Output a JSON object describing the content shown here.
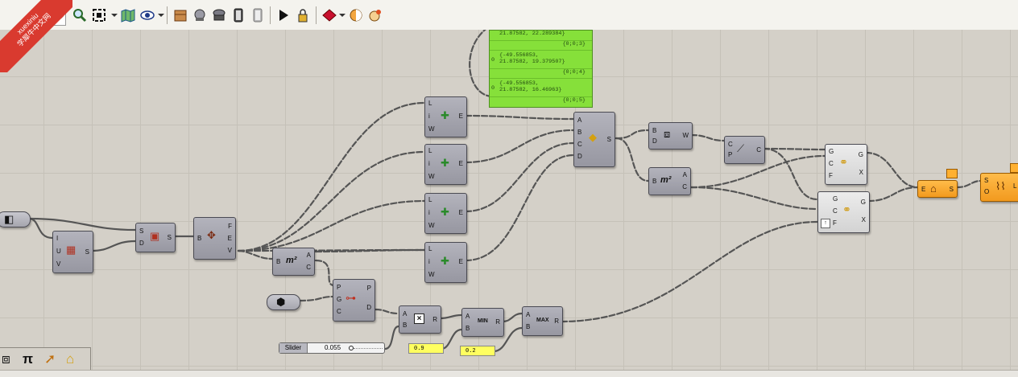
{
  "watermark": {
    "line1": "xuexiniu",
    "line2": "学犀牛中文网"
  },
  "toolbar": {
    "icons": [
      "zoom-icon",
      "zoom-extents-icon",
      "map-icon",
      "eye-icon",
      "box-icon",
      "cluster-icon",
      "cluster-alt-icon",
      "preview-icon",
      "preview-off-icon",
      "run-icon",
      "lock-icon",
      "ruby-icon",
      "shade-icon",
      "render-icon"
    ]
  },
  "panel": {
    "rows": [
      {
        "text": "21.87582, 22.289384}"
      },
      {
        "path": "{0;0;3}"
      },
      {
        "index": "0",
        "text": "{-49.556853,\n21.87582, 19.379507}"
      },
      {
        "path": "{0;0;4}"
      },
      {
        "index": "0",
        "text": "{-49.556853,\n21.87582, 16.46963}"
      },
      {
        "path": "{0;0;5}"
      }
    ]
  },
  "components": {
    "divide": {
      "ports_in": [
        "I",
        "U",
        "V"
      ],
      "port_out": "S"
    },
    "surface": {
      "ports_in": [
        "S",
        "D"
      ],
      "port_out": "S"
    },
    "brep": {
      "port_in": "B",
      "ports_out": [
        "F",
        "E",
        "V"
      ]
    },
    "line1": {
      "ports_in": [
        "L",
        "i",
        "W"
      ],
      "port_out": "E"
    },
    "line2": {
      "ports_in": [
        "L",
        "i",
        "W"
      ],
      "port_out": "E"
    },
    "line3": {
      "ports_in": [
        "L",
        "i",
        "W"
      ],
      "port_out": "E"
    },
    "line4": {
      "ports_in": [
        "L",
        "i",
        "W"
      ],
      "port_out": "E"
    },
    "area1": {
      "port_in": "B",
      "ports_out": [
        "A",
        "C"
      ],
      "label": "m²"
    },
    "closest": {
      "ports_in": [
        "P",
        "G",
        "C"
      ],
      "ports_out": [
        "P",
        "D"
      ]
    },
    "loft": {
      "ports_in": [
        "A",
        "B",
        "C",
        "D"
      ],
      "port_out": "S"
    },
    "box": {
      "ports_in": [
        "B",
        "D"
      ],
      "port_out": "W"
    },
    "area2": {
      "port_in": "B",
      "ports_out": [
        "A",
        "C"
      ],
      "label": "m²"
    },
    "pt": {
      "ports_in": [
        "C",
        "P"
      ],
      "port_out": "C"
    },
    "scale1": {
      "ports_in": [
        "G",
        "C",
        "F"
      ],
      "ports_out": [
        "G",
        "X"
      ]
    },
    "scale2": {
      "ports_in": [
        "G",
        "C",
        "F"
      ],
      "ports_out": [
        "G",
        "X"
      ]
    },
    "mult": {
      "ports_in": [
        "A",
        "B"
      ],
      "port_out": "R"
    },
    "min": {
      "ports_in": [
        "A",
        "B"
      ],
      "port_out": "R",
      "label": "MIN"
    },
    "max": {
      "ports_in": [
        "A",
        "B"
      ],
      "port_out": "R",
      "label": "MAX"
    },
    "explode": {
      "port_in": "E",
      "port_out": "S"
    },
    "out": {
      "ports_in": [
        "S",
        "O"
      ],
      "port_out": "L"
    }
  },
  "params": {
    "val1": "0.9",
    "val2": "0.2"
  },
  "slider": {
    "label": "Slider",
    "value": "0.055"
  },
  "bottom_icons": [
    "box-icon",
    "pi-icon",
    "arrow-icon",
    "folder-icon"
  ]
}
